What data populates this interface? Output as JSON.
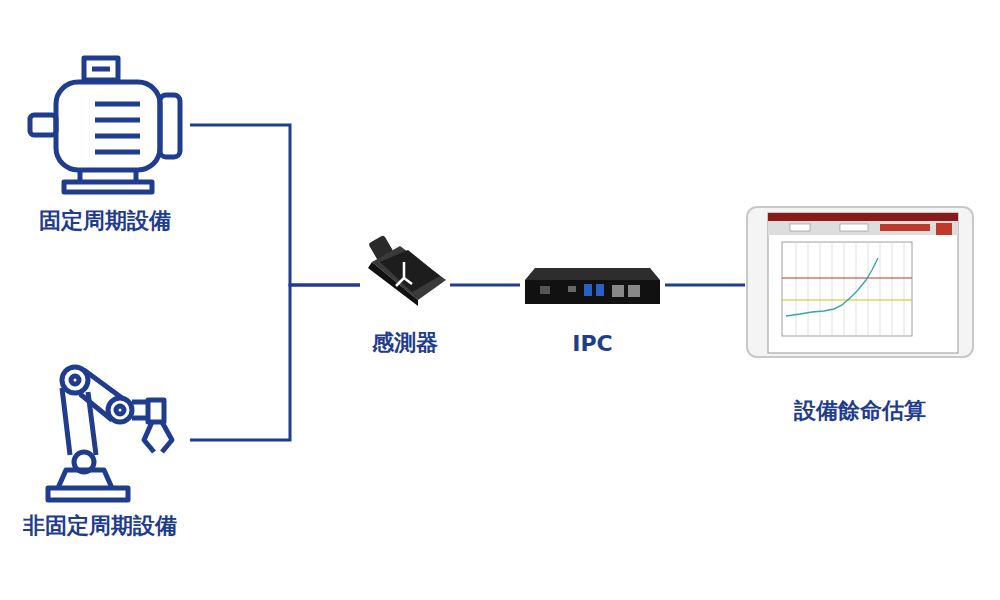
{
  "diagram": {
    "nodes": [
      {
        "text": [
          "固定周期設備"
        ]
      },
      {
        "text": [
          "非固定周期設備"
        ]
      },
      {
        "text": [
          "感測器"
        ]
      },
      {
        "text": [
          "IPC"
        ]
      },
      {
        "text": [
          "設備餘命估算"
        ]
      }
    ],
    "edges": [
      {
        "from": 0,
        "to": 2,
        "arrow": "none"
      },
      {
        "from": 1,
        "to": 2,
        "arrow": "none"
      },
      {
        "from": 2,
        "to": 3,
        "arrow": "none"
      },
      {
        "from": 3,
        "to": 4,
        "arrow": "none"
      }
    ]
  }
}
